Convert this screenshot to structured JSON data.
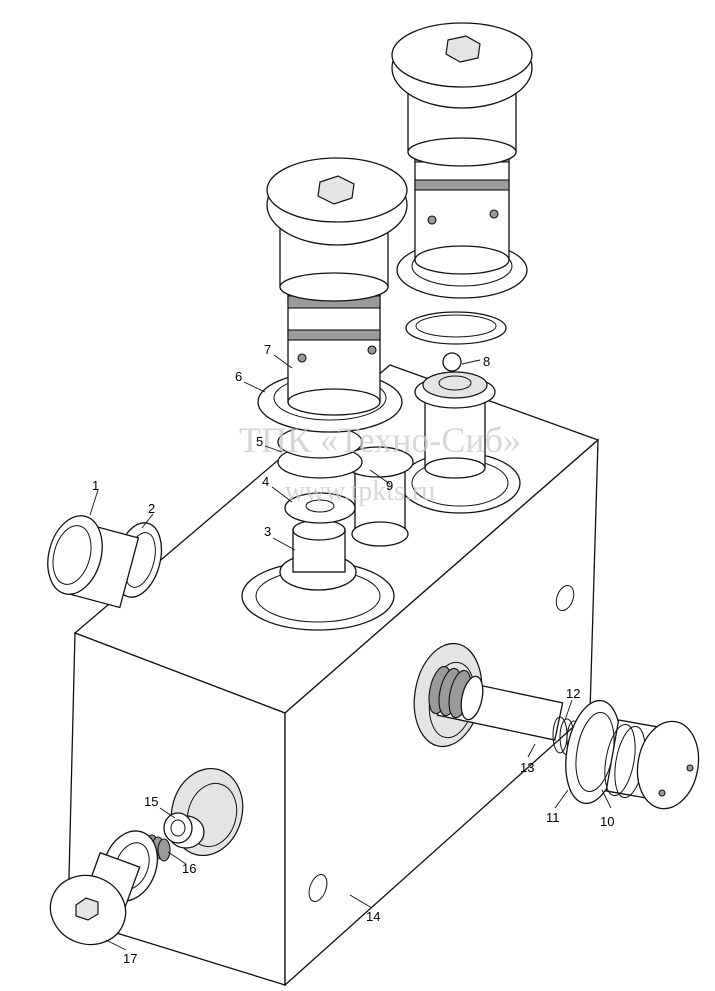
{
  "watermark": {
    "line1": "ТПК «Техно-Сиб»",
    "line2": "www.tpkts.ru"
  },
  "callouts": {
    "c1": "1",
    "c2": "2",
    "c3": "3",
    "c4": "4",
    "c5": "5",
    "c6": "6",
    "c7": "7",
    "c8": "8",
    "c9": "9",
    "c10": "10",
    "c11": "11",
    "c12": "12",
    "c13": "13",
    "c14": "14",
    "c15": "15",
    "c16": "16",
    "c17": "17"
  }
}
